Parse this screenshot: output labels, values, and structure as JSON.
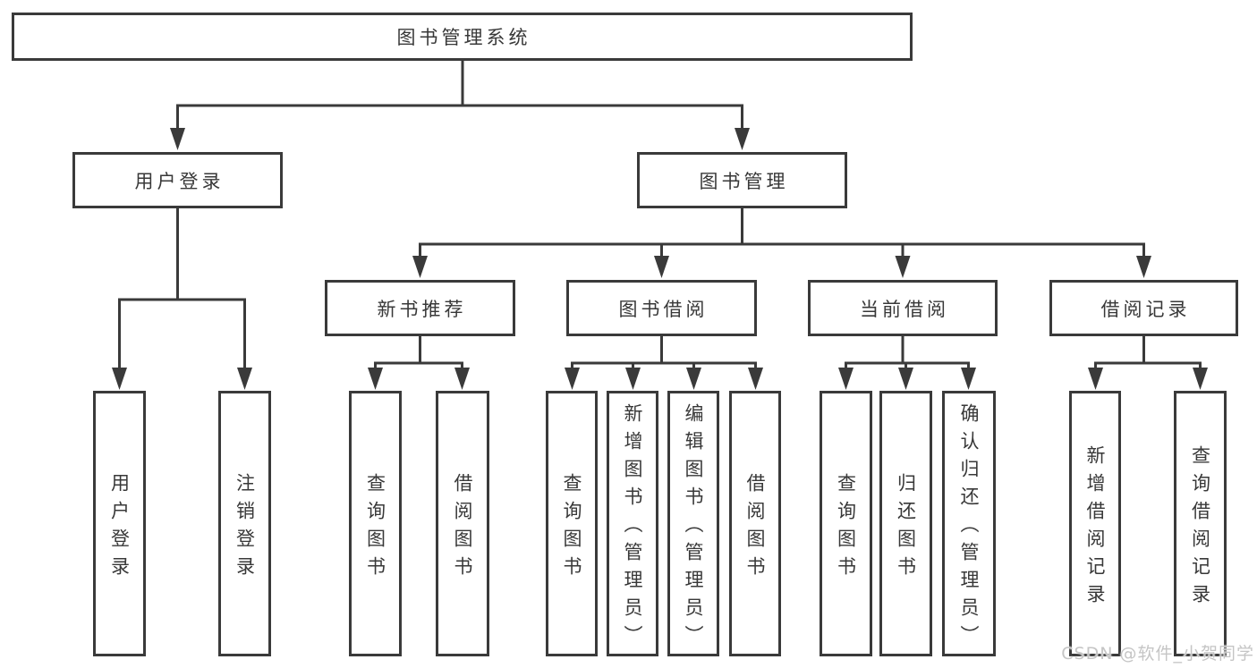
{
  "colors": {
    "background": "#ffffff",
    "line": "#3a3a3a",
    "box_border": "#3a3a3a",
    "text": "#383838",
    "watermark_text": "#c5c5c5"
  },
  "tree": {
    "root": "图书管理系统",
    "children": [
      {
        "label": "用户登录",
        "children": [
          "用户登录",
          "注销登录"
        ]
      },
      {
        "label": "图书管理",
        "children": [
          {
            "label": "新书推荐",
            "children": [
              "查询图书",
              "借阅图书"
            ]
          },
          {
            "label": "图书借阅",
            "children": [
              "查询图书",
              "新增图书（管理员）",
              "编辑图书（管理员）",
              "借阅图书"
            ]
          },
          {
            "label": "当前借阅",
            "children": [
              "查询图书",
              "归还图书",
              "确认归还（管理员）"
            ]
          },
          {
            "label": "借阅记录",
            "children": [
              "新增借阅记录",
              "查询借阅记录"
            ]
          }
        ]
      }
    ]
  },
  "watermark": {
    "text": "CSDN @软件_小贺同学"
  }
}
